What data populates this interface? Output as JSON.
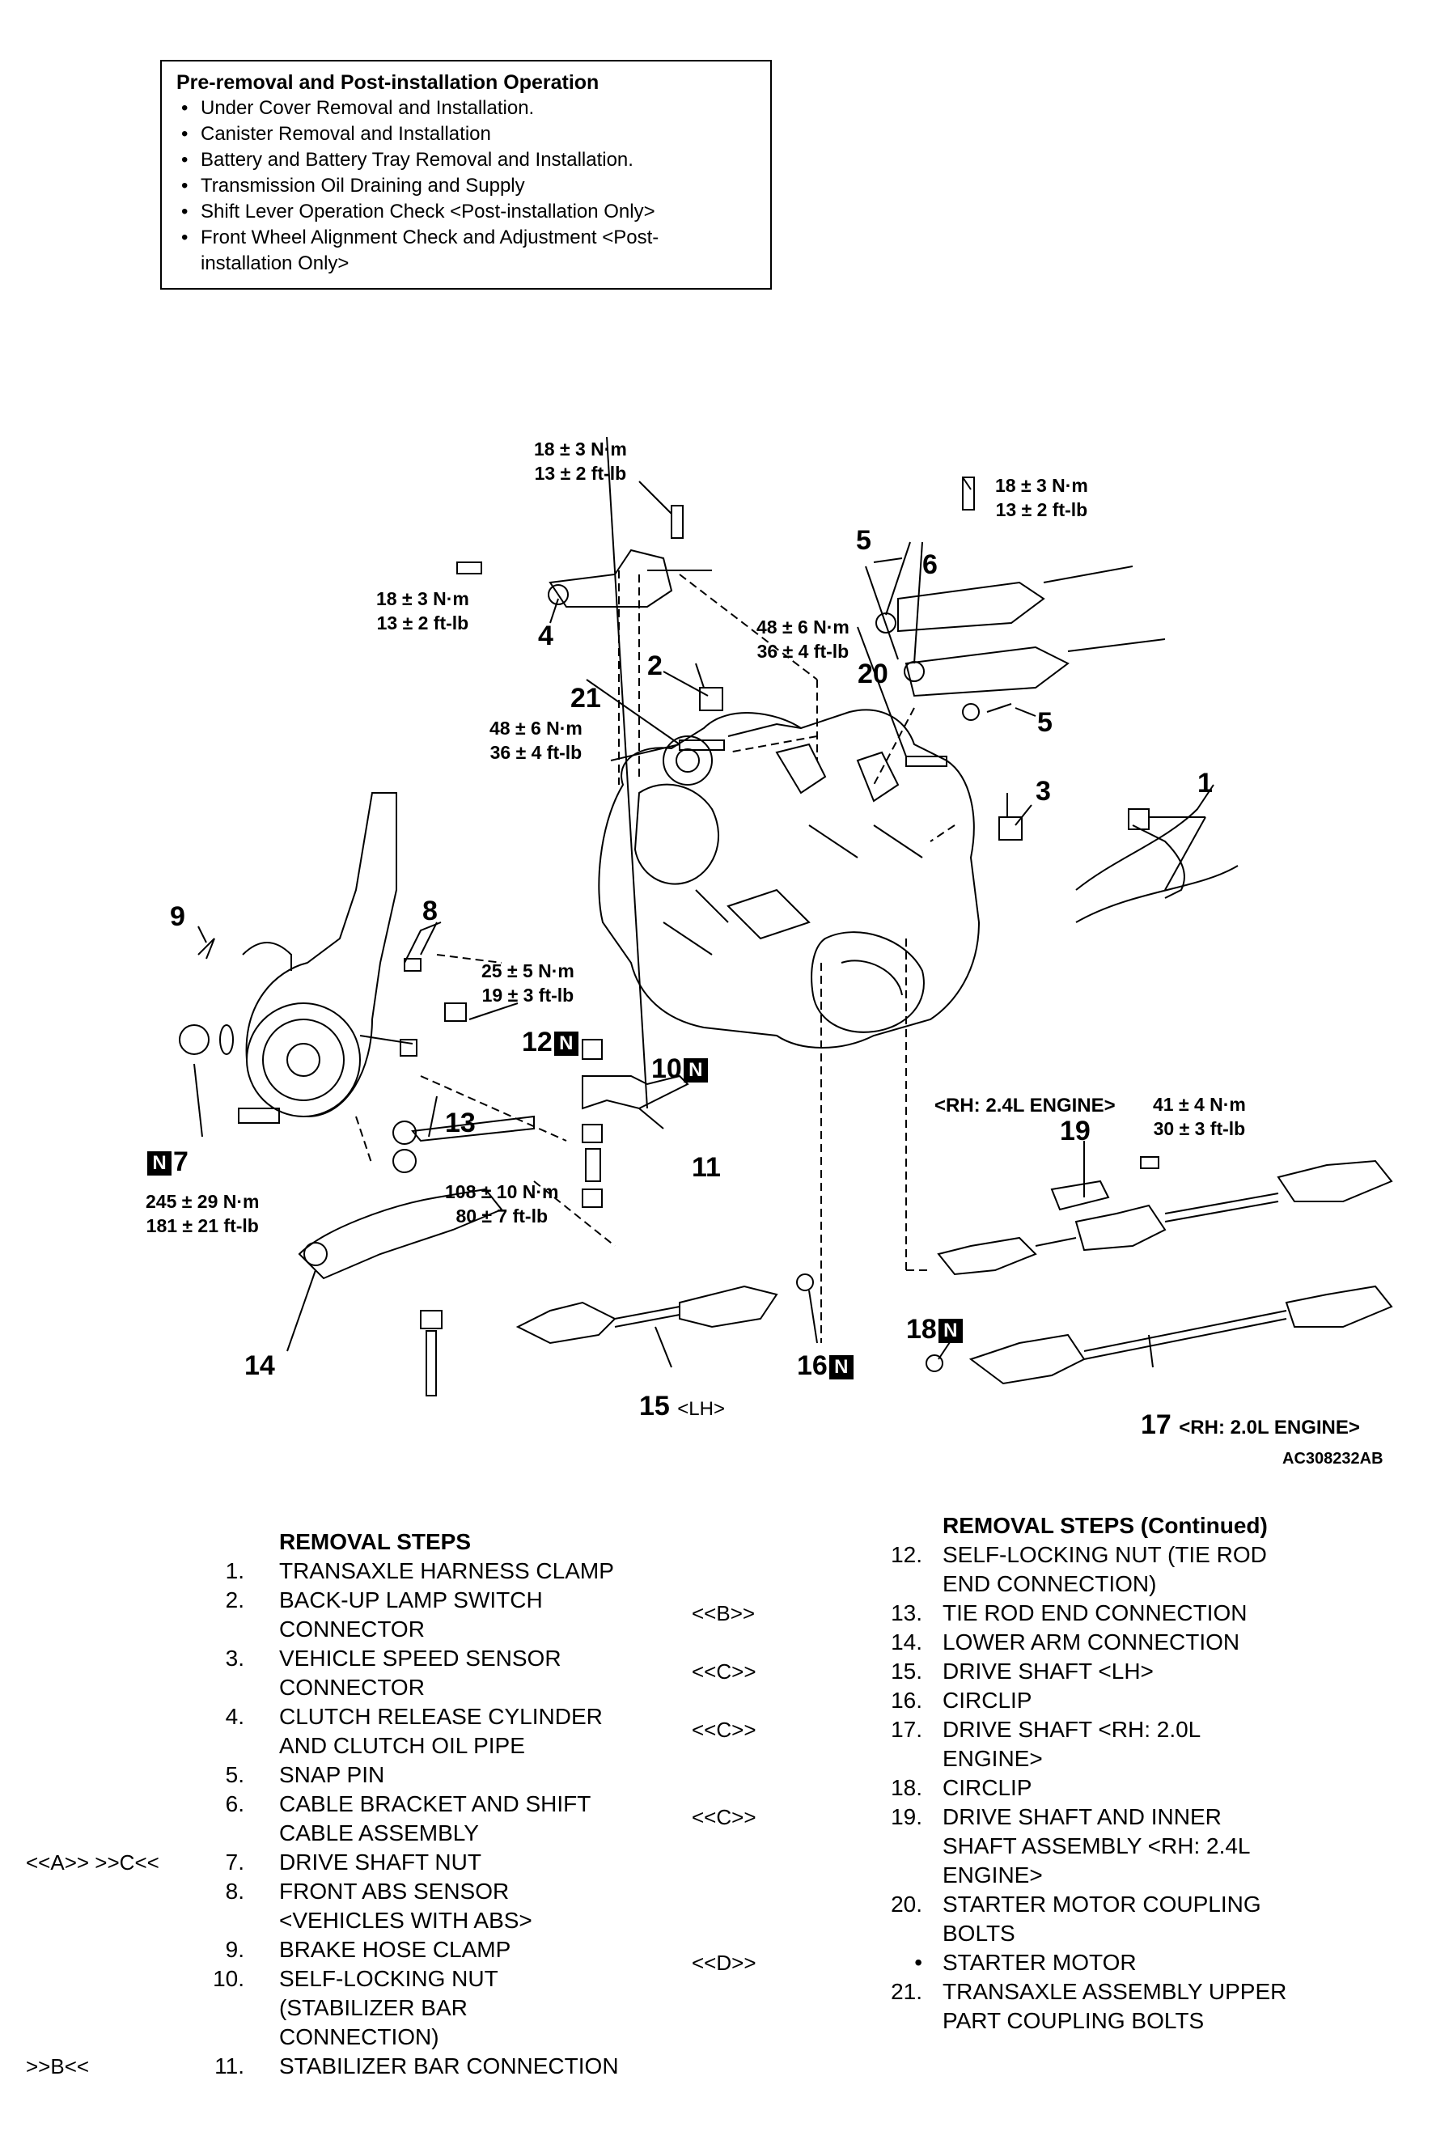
{
  "pre_box": {
    "title": "Pre-removal and Post-installation Operation",
    "items": [
      "Under Cover Removal and Installation.",
      "Canister Removal and Installation",
      "Battery and Battery Tray Removal and Installation.",
      "Transmission Oil Draining and Supply",
      "Shift Lever Operation Check <Post-installation Only>",
      "Front Wheel Alignment Check and Adjustment <Post-",
      "installation Only>"
    ]
  },
  "diagram": {
    "torques": {
      "t_top_center": [
        "18 ± 3 N·m",
        "13 ± 2 ft-lb"
      ],
      "t_top_right": [
        "18 ± 3 N·m",
        "13 ± 2 ft-lb"
      ],
      "t_left_clutch": [
        "18 ± 3 N·m",
        "13 ± 2 ft-lb"
      ],
      "t_20": [
        "48 ± 6 N·m",
        "36 ± 4 ft-lb"
      ],
      "t_21": [
        "48 ± 6 N·m",
        "36 ± 4 ft-lb"
      ],
      "t_12": [
        "25 ± 5 N·m",
        "19 ± 3 ft-lb"
      ],
      "t_7": [
        "245 ± 29 N·m",
        "181 ± 21 ft-lb"
      ],
      "t_13": [
        "108 ± 10 N·m",
        "80 ± 7 ft-lb"
      ],
      "t_19": [
        "41 ± 4 N·m",
        "30 ± 3 ft-lb"
      ]
    },
    "callouts": {
      "c1": "1",
      "c2": "2",
      "c3": "3",
      "c4": "4",
      "c5a": "5",
      "c5b": "5",
      "c6": "6",
      "c7": "7",
      "c8": "8",
      "c9": "9",
      "c10": "10",
      "c11": "11",
      "c12": "12",
      "c13": "13",
      "c14": "14",
      "c15": "15",
      "c16": "16",
      "c17": "17",
      "c18": "18",
      "c19": "19",
      "c20": "20",
      "c21": "21"
    },
    "badge": "N",
    "sub_labels": {
      "lh": "<LH>",
      "rh_20": "<RH: 2.0L ENGINE>",
      "rh_24": "<RH: 2.4L ENGINE>"
    },
    "code": "AC308232AB"
  },
  "steps_left": {
    "title": "REMOVAL STEPS",
    "items": [
      {
        "n": "1.",
        "t": [
          "TRANSAXLE HARNESS CLAMP"
        ],
        "code": ""
      },
      {
        "n": "2.",
        "t": [
          "BACK-UP LAMP SWITCH",
          "CONNECTOR"
        ],
        "code": ""
      },
      {
        "n": "3.",
        "t": [
          "VEHICLE SPEED SENSOR",
          "CONNECTOR"
        ],
        "code": ""
      },
      {
        "n": "4.",
        "t": [
          "CLUTCH RELEASE CYLINDER",
          "AND CLUTCH OIL PIPE"
        ],
        "code": ""
      },
      {
        "n": "5.",
        "t": [
          "SNAP PIN"
        ],
        "code": ""
      },
      {
        "n": "6.",
        "t": [
          "CABLE BRACKET AND SHIFT",
          "CABLE ASSEMBLY"
        ],
        "code": ""
      },
      {
        "n": "7.",
        "t": [
          "DRIVE SHAFT NUT"
        ],
        "code": "<<A>>   >>C<<"
      },
      {
        "n": "8.",
        "t": [
          "FRONT ABS SENSOR",
          "<VEHICLES WITH ABS>"
        ],
        "code": ""
      },
      {
        "n": "9.",
        "t": [
          "BRAKE HOSE CLAMP"
        ],
        "code": ""
      },
      {
        "n": "10.",
        "t": [
          "SELF-LOCKING NUT",
          "(STABILIZER BAR",
          "CONNECTION)"
        ],
        "code": ""
      },
      {
        "n": "11.",
        "t": [
          "STABILIZER BAR CONNECTION"
        ],
        "code": ">>B<<"
      }
    ]
  },
  "steps_right": {
    "title": "REMOVAL STEPS (Continued)",
    "items": [
      {
        "n": "12.",
        "t": [
          "SELF-LOCKING NUT (TIE ROD",
          "END CONNECTION)"
        ],
        "code": ""
      },
      {
        "n": "13.",
        "t": [
          "TIE ROD END CONNECTION"
        ],
        "code": "<<B>>"
      },
      {
        "n": "14.",
        "t": [
          "LOWER ARM CONNECTION"
        ],
        "code": ""
      },
      {
        "n": "15.",
        "t": [
          "DRIVE SHAFT <LH>"
        ],
        "code": "<<C>>"
      },
      {
        "n": "16.",
        "t": [
          "CIRCLIP"
        ],
        "code": ""
      },
      {
        "n": "17.",
        "t": [
          "DRIVE SHAFT <RH: 2.0L",
          "ENGINE>"
        ],
        "code": "<<C>>"
      },
      {
        "n": "18.",
        "t": [
          "CIRCLIP"
        ],
        "code": ""
      },
      {
        "n": "19.",
        "t": [
          "DRIVE SHAFT AND INNER",
          "SHAFT ASSEMBLY <RH: 2.4L",
          "ENGINE>"
        ],
        "code": "<<C>>"
      },
      {
        "n": "20.",
        "t": [
          "STARTER MOTOR COUPLING",
          "BOLTS"
        ],
        "code": ""
      },
      {
        "n": "•",
        "t": [
          "STARTER MOTOR"
        ],
        "code": "<<D>>"
      },
      {
        "n": "21.",
        "t": [
          "TRANSAXLE ASSEMBLY UPPER",
          "PART COUPLING BOLTS"
        ],
        "code": ""
      }
    ]
  }
}
